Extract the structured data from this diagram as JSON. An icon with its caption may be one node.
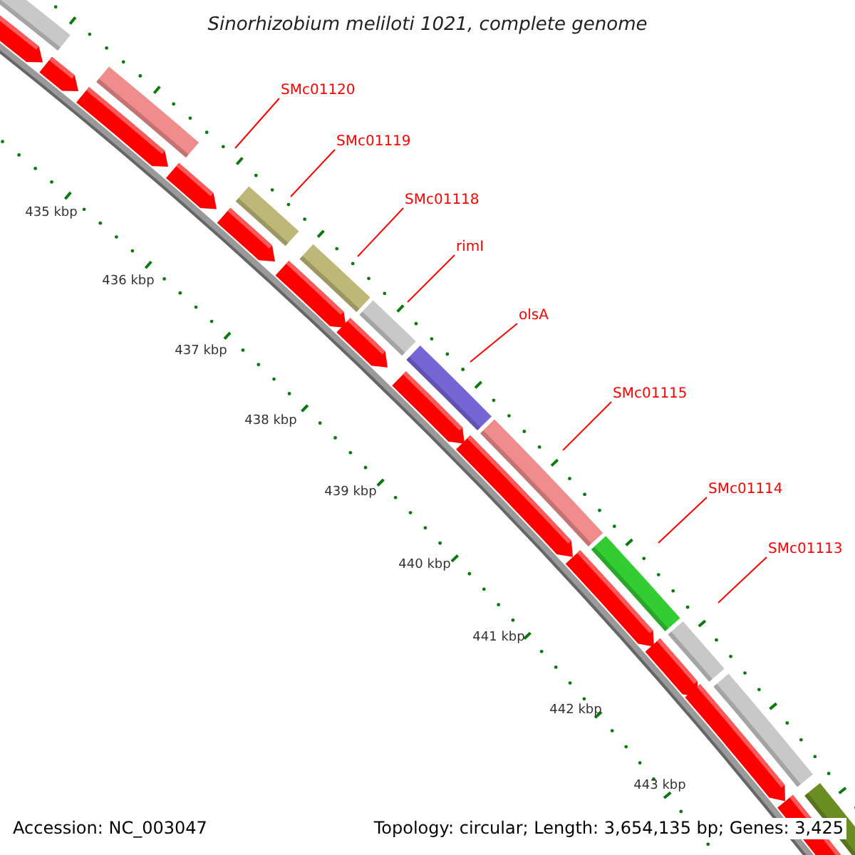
{
  "diagram": {
    "title": "Sinorhizobium meliloti 1021, complete genome",
    "nodes": [
      {
        "text": [
          "SMc01120"
        ]
      },
      {
        "text": [
          "SMc01119"
        ]
      },
      {
        "text": [
          "SMc01118"
        ]
      },
      {
        "text": [
          "rimI"
        ]
      },
      {
        "text": [
          "olsA"
        ]
      },
      {
        "text": [
          "SMc01115"
        ]
      },
      {
        "text": [
          "SMc01114"
        ]
      },
      {
        "text": [
          "SMc01113"
        ]
      }
    ],
    "edges": [
      {
        "from": 0,
        "to": null,
        "arrow": "none"
      },
      {
        "from": 1,
        "to": null,
        "arrow": "none"
      },
      {
        "from": 2,
        "to": null,
        "arrow": "none"
      },
      {
        "from": 3,
        "to": null,
        "arrow": "none"
      },
      {
        "from": 4,
        "to": null,
        "arrow": "none"
      },
      {
        "from": 5,
        "to": null,
        "arrow": "none"
      },
      {
        "from": 6,
        "to": null,
        "arrow": "none"
      },
      {
        "from": 7,
        "to": null,
        "arrow": "none"
      }
    ],
    "labels": [
      "435 kbp",
      "436 kbp",
      "437 kbp",
      "438 kbp",
      "439 kbp",
      "440 kbp",
      "441 kbp",
      "442 kbp",
      "443 kbp",
      "Accession: NC_003047",
      "Topology: circular; Length: 3,654,135 bp; Genes: 3,425"
    ]
  }
}
